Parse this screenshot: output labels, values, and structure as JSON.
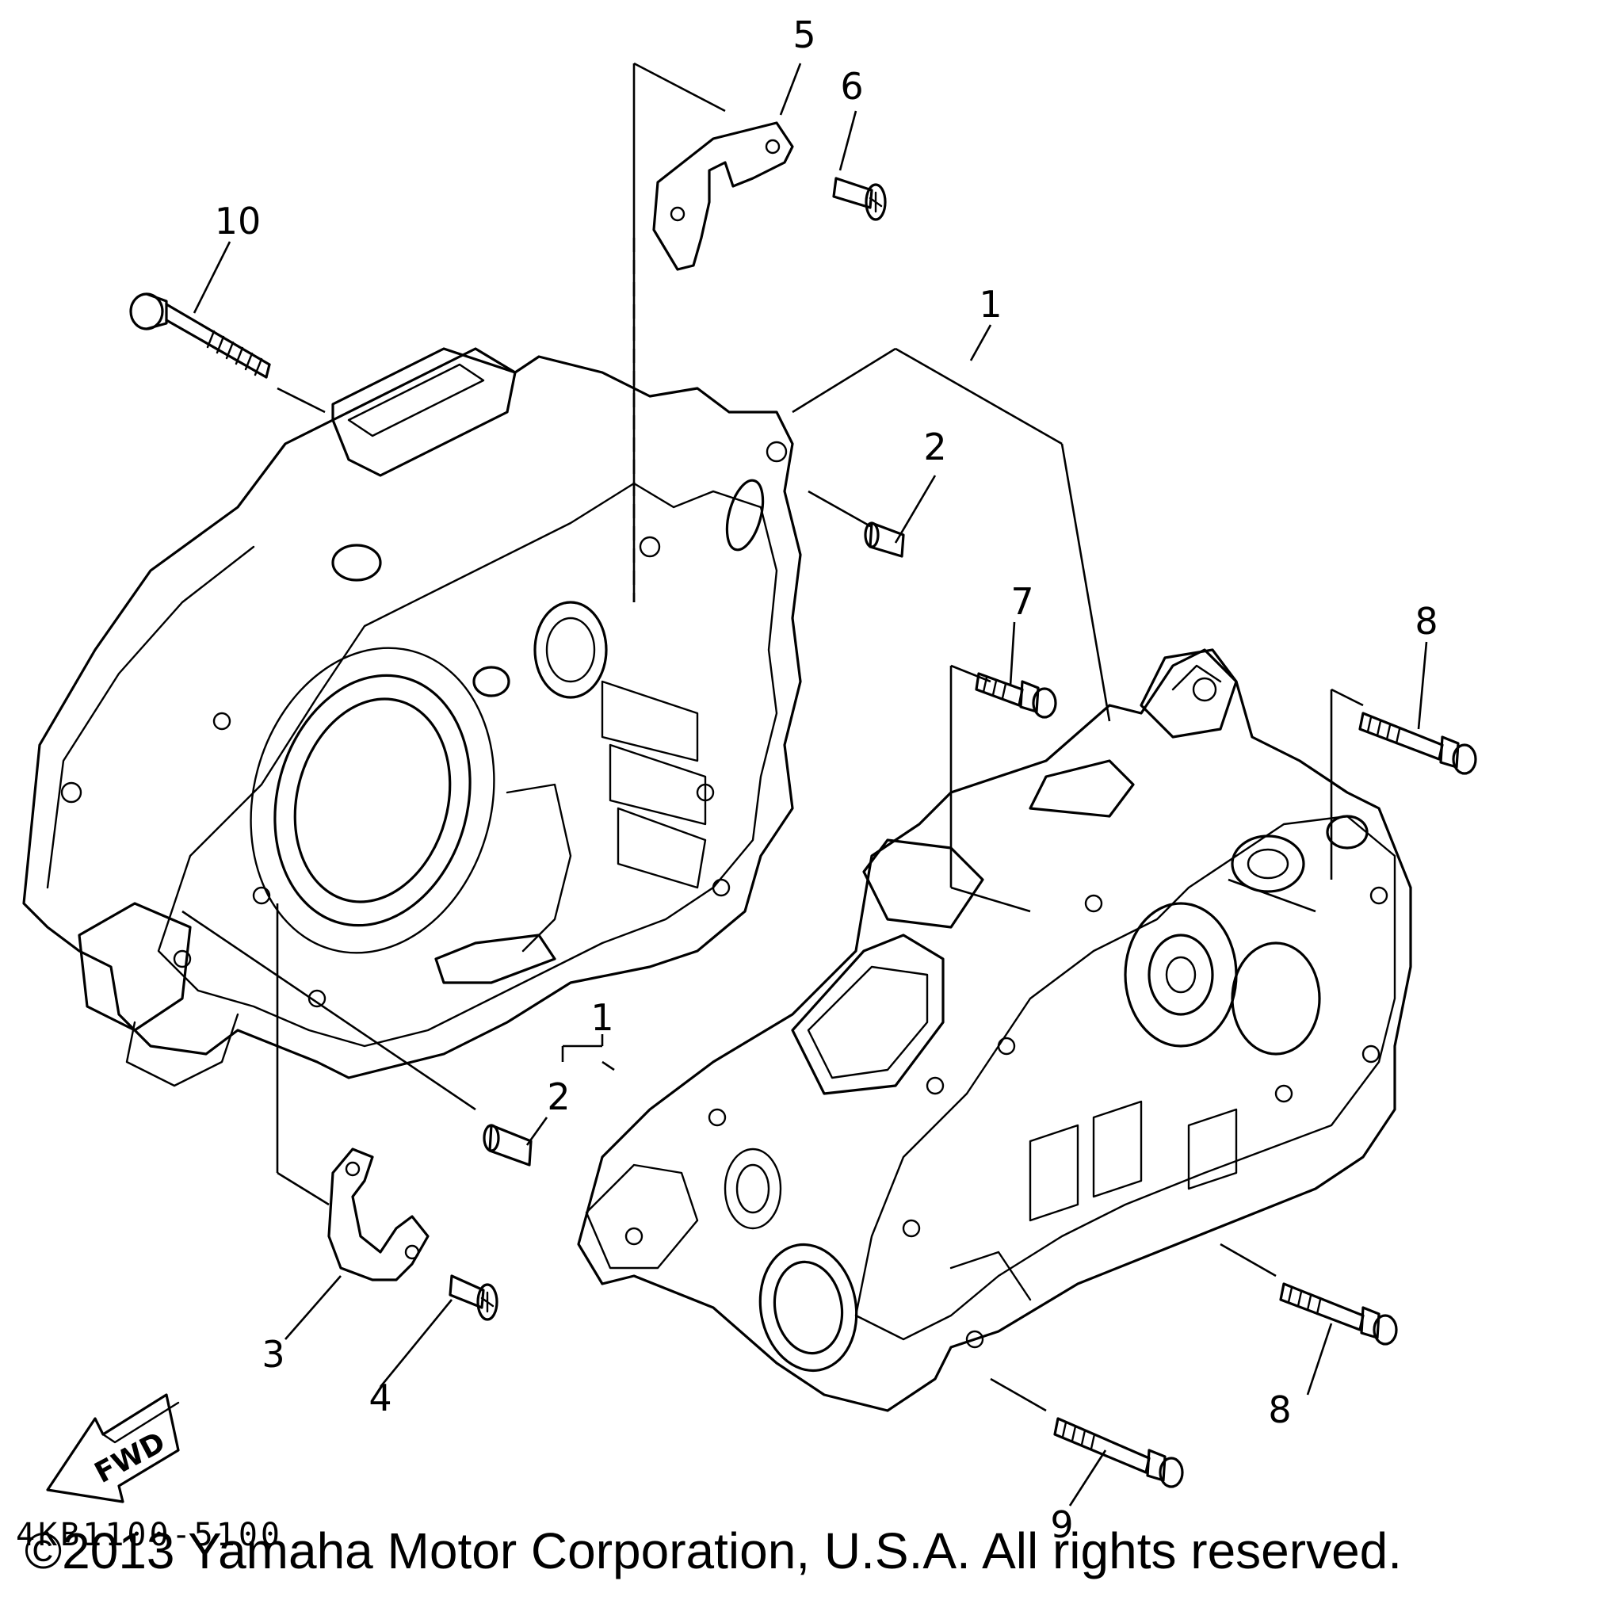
{
  "callouts": {
    "c1a": "1",
    "c1b": "1",
    "c2a": "2",
    "c2b": "2",
    "c3": "3",
    "c4": "4",
    "c5": "5",
    "c6": "6",
    "c7": "7",
    "c8a": "8",
    "c8b": "8",
    "c9": "9",
    "c10": "10"
  },
  "fwd_label": "FWD",
  "diagram_code": "4KB1100-5100",
  "copyright": "©2013 Yamaha Motor Corporation, U.S.A. All rights reserved."
}
